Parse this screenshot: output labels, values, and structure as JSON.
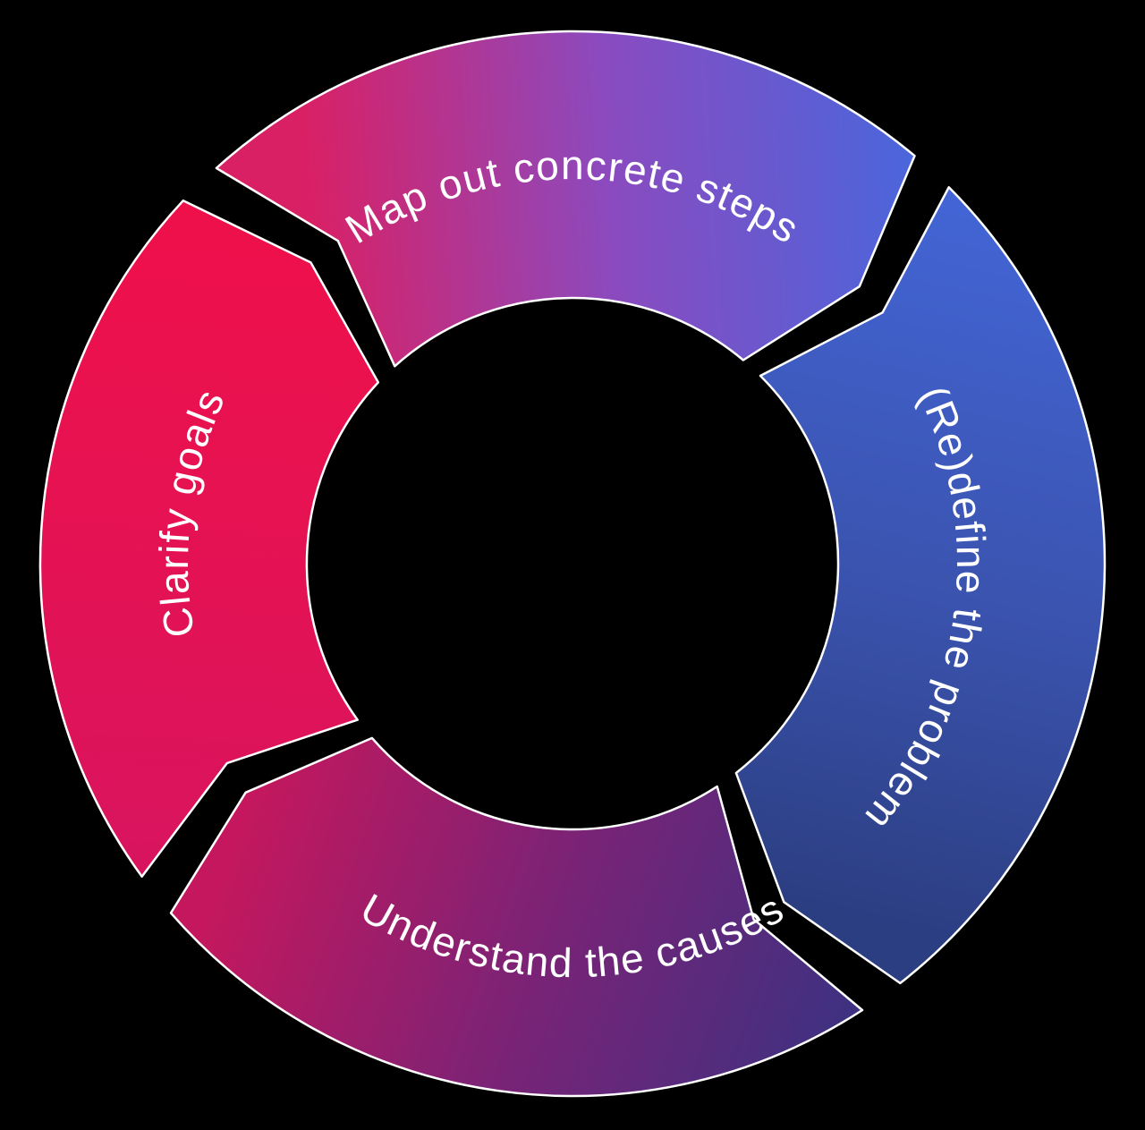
{
  "page": {
    "background_color": "#000000"
  },
  "diagram": {
    "name": "problem-solving-cycle",
    "type": "cycle-diagram",
    "flow_direction": "clockwise",
    "outline_color": "#FFFFFF",
    "label_color": "#FFFFFF",
    "segments": [
      {
        "id": "map-out-concrete-steps",
        "position": "top",
        "label": "Map out concrete steps",
        "gradient": [
          "#D92065",
          "#8A4BC0",
          "#4A66DC"
        ]
      },
      {
        "id": "redefine-the-problem",
        "position": "right",
        "label": "(Re)define the problem",
        "gradient": [
          "#4365D6",
          "#3A53AE",
          "#2C3E82"
        ]
      },
      {
        "id": "understand-the-causes",
        "position": "bottom",
        "label": "Understand the causes",
        "gradient": [
          "#3D3181",
          "#7B2376",
          "#C5175D"
        ]
      },
      {
        "id": "clarify-goals",
        "position": "left",
        "label": "Clarify goals",
        "gradient": [
          "#D8145F",
          "#E51253",
          "#EF104A"
        ]
      }
    ]
  }
}
